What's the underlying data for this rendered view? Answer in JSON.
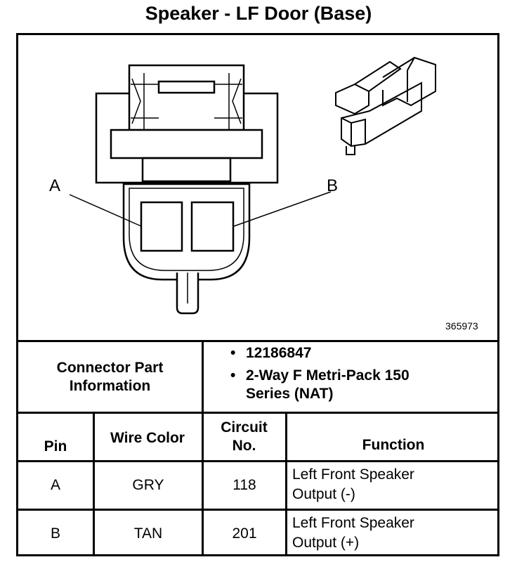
{
  "title": "Speaker - LF Door (Base)",
  "diagram": {
    "pin_labels": [
      "A",
      "B"
    ],
    "figure_number": "365973"
  },
  "connector_info": {
    "label": "Connector Part Information",
    "items": [
      "12186847",
      "2-Way F Metri-Pack 150 Series (NAT)"
    ]
  },
  "table": {
    "headers": {
      "pin": "Pin",
      "wire_color": "Wire Color",
      "circuit_no": "Circuit No.",
      "function": "Function"
    },
    "rows": [
      {
        "pin": "A",
        "wire_color": "GRY",
        "circuit_no": "118",
        "function": "Left Front Speaker Output (-)"
      },
      {
        "pin": "B",
        "wire_color": "TAN",
        "circuit_no": "201",
        "function": "Left Front Speaker Output (+)"
      }
    ]
  }
}
